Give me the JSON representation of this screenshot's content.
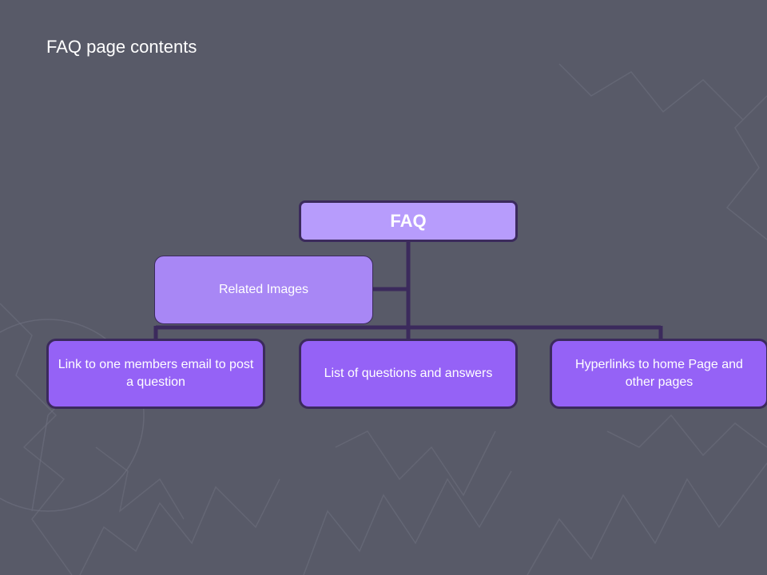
{
  "slide": {
    "title": "FAQ page contents"
  },
  "diagram": {
    "root": {
      "label": "FAQ"
    },
    "assistant": {
      "label": "Related Images"
    },
    "children": [
      {
        "label": "Link to one members email to post a question"
      },
      {
        "label": "List of questions and answers"
      },
      {
        "label": "Hyperlinks to home Page and other pages"
      }
    ]
  },
  "colors": {
    "background": "#585a68",
    "root_fill": "#b79cfc",
    "assistant_fill": "#a887f5",
    "child_fill": "#9562f6",
    "connector": "#3b2a5c"
  }
}
